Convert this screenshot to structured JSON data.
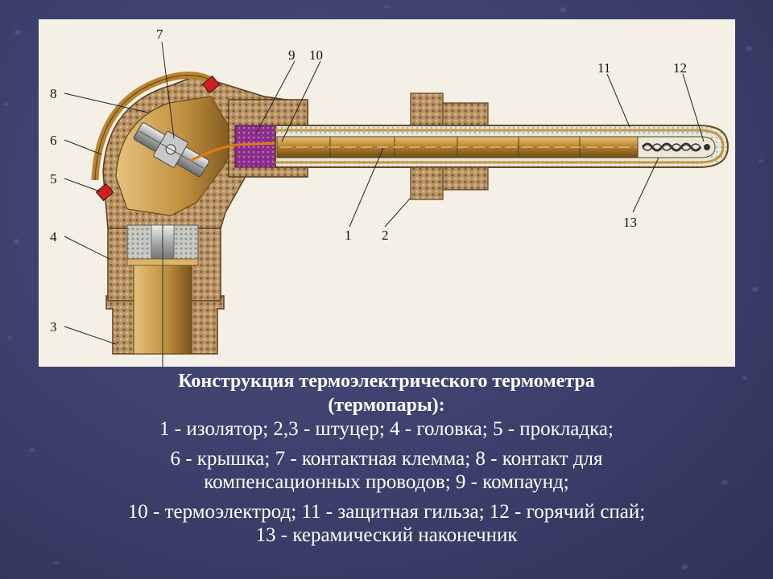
{
  "diagram": {
    "labels": [
      "1",
      "2",
      "3",
      "4",
      "5",
      "6",
      "7",
      "8",
      "9",
      "10",
      "11",
      "12",
      "13"
    ]
  },
  "caption": {
    "title_line1": "Конструкция термоэлектрического термометра",
    "title_line2": "(термопары):",
    "lines": [
      "1 - изолятор; 2,3 - штуцер; 4 - головка; 5 - прокладка;",
      "6 - крышка; 7 - контактная клемма; 8 - контакт для",
      "компенсационных проводов; 9 - компаунд;",
      "10 - термоэлектрод; 11 - защитная гильза; 12 - горячий спай;",
      "13 - керамический наконечник"
    ]
  },
  "colors": {
    "background": "#3b3f6b",
    "panel": "#f4f0e6",
    "housing": "#b08a5a",
    "brass": "#c9963e",
    "compound": "#8a2d8a",
    "gasket": "#cc2222"
  }
}
